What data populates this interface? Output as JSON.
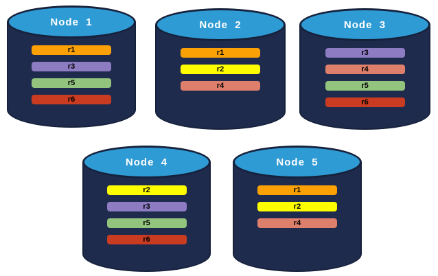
{
  "diagram": {
    "description": "Five database node cylinders showing replica placement"
  },
  "colors": {
    "cylinder_body": "#1F2B4C",
    "cylinder_outline": "#16213C",
    "cylinder_top": "#2F9BD5",
    "title_text": "#FFFFFF",
    "bar_text": "#000000",
    "replicas": {
      "r1": "#FBA106",
      "r2": "#FEFE00",
      "r3": "#8E7CC3",
      "r4": "#DE7F6B",
      "r5": "#93C47D",
      "r6": "#C93C22"
    }
  },
  "nodes": [
    {
      "id": "node-1",
      "title": "Node  1",
      "replicas": [
        "r1",
        "r3",
        "r5",
        "r6"
      ]
    },
    {
      "id": "node-2",
      "title": "Node  2",
      "replicas": [
        "r1",
        "r2",
        "r4"
      ]
    },
    {
      "id": "node-3",
      "title": "Node  3",
      "replicas": [
        "r3",
        "r4",
        "r5",
        "r6"
      ]
    },
    {
      "id": "node-4",
      "title": "Node  4",
      "replicas": [
        "r2",
        "r3",
        "r5",
        "r6"
      ]
    },
    {
      "id": "node-5",
      "title": "Node  5",
      "replicas": [
        "r1",
        "r2",
        "r4"
      ]
    }
  ]
}
